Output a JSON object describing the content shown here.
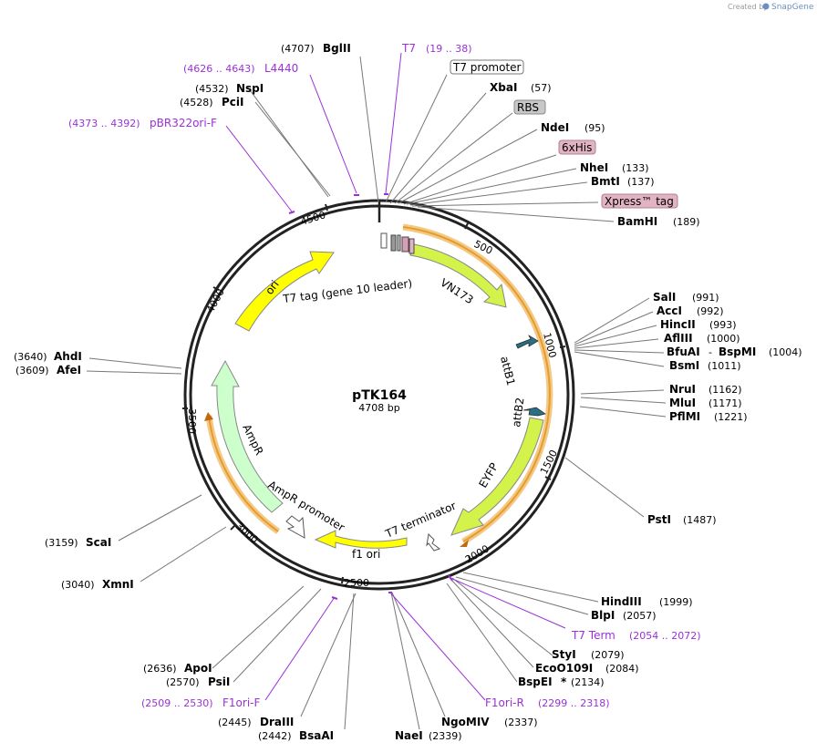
{
  "credit": {
    "created_by": "Created by",
    "brand": "SnapGene"
  },
  "plasmid": {
    "name": "pTK164",
    "length_label": "4708 bp",
    "length": 4708
  },
  "ticks": [
    {
      "bp": 500,
      "label": "500"
    },
    {
      "bp": 1000,
      "label": "1000"
    },
    {
      "bp": 1500,
      "label": "1500"
    },
    {
      "bp": 2000,
      "label": "2000"
    },
    {
      "bp": 2500,
      "label": "2500"
    },
    {
      "bp": 3000,
      "label": "3000"
    },
    {
      "bp": 3500,
      "label": "3500"
    },
    {
      "bp": 4000,
      "label": "4000"
    },
    {
      "bp": 4500,
      "label": "4500"
    }
  ],
  "enzymes": [
    {
      "name": "BglII",
      "pos": "(4707)"
    },
    {
      "name": "XbaI",
      "pos": "(57)"
    },
    {
      "name": "NdeI",
      "pos": "(95)"
    },
    {
      "name": "NheI",
      "pos": "(133)"
    },
    {
      "name": "BmtI",
      "pos": "(137)"
    },
    {
      "name": "BamHI",
      "pos": "(189)"
    },
    {
      "name": "NspI",
      "pos": "(4532)"
    },
    {
      "name": "PciI",
      "pos": "(4528)"
    },
    {
      "name": "SalI",
      "pos": "(991)"
    },
    {
      "name": "AccI",
      "pos": "(992)"
    },
    {
      "name": "HincII",
      "pos": "(993)"
    },
    {
      "name": "AflIII",
      "pos": "(1000)"
    },
    {
      "name": "BfuAI",
      "sep": "-",
      "name2": "BspMI",
      "pos": "(1004)"
    },
    {
      "name": "BsmI",
      "pos": "(1011)"
    },
    {
      "name": "NruI",
      "pos": "(1162)"
    },
    {
      "name": "MluI",
      "pos": "(1171)"
    },
    {
      "name": "PflMI",
      "pos": "(1221)"
    },
    {
      "name": "PstI",
      "pos": "(1487)"
    },
    {
      "name": "AhdI",
      "pos": "(3640)"
    },
    {
      "name": "AfeI",
      "pos": "(3609)"
    },
    {
      "name": "ScaI",
      "pos": "(3159)"
    },
    {
      "name": "XmnI",
      "pos": "(3040)"
    },
    {
      "name": "HindIII",
      "pos": "(1999)"
    },
    {
      "name": "BlpI",
      "pos": "(2057)"
    },
    {
      "name": "StyI",
      "pos": "(2079)"
    },
    {
      "name": "EcoO109I",
      "pos": "(2084)"
    },
    {
      "name": "BspEI",
      "star": "*",
      "pos": "(2134)"
    },
    {
      "name": "NgoMIV",
      "pos": "(2337)"
    },
    {
      "name": "NaeI",
      "pos": "(2339)"
    },
    {
      "name": "DraIII",
      "pos": "(2445)"
    },
    {
      "name": "BsaAI",
      "pos": "(2442)"
    },
    {
      "name": "ApoI",
      "pos": "(2636)"
    },
    {
      "name": "PsiI",
      "pos": "(2570)"
    }
  ],
  "primers": [
    {
      "name": "T7",
      "range": "(19 .. 38)"
    },
    {
      "name": "L4440",
      "range": "(4626 .. 4643)"
    },
    {
      "name": "pBR322ori-F",
      "range": "(4373 .. 4392)"
    },
    {
      "name": "T7 Term",
      "range": "(2054 .. 2072)"
    },
    {
      "name": "F1ori-R",
      "range": "(2299 .. 2318)"
    },
    {
      "name": "F1ori-F",
      "range": "(2509 .. 2530)"
    }
  ],
  "boxed_features": [
    {
      "label": "T7 promoter",
      "fill": "#ffffff",
      "stroke": "#777777"
    },
    {
      "label": "RBS",
      "fill": "#c8c8c8",
      "stroke": "#888888"
    },
    {
      "label": "6xHis",
      "fill": "#e2b3c3",
      "stroke": "#b08090"
    },
    {
      "label": "Xpress™ tag",
      "fill": "#e2b3c3",
      "stroke": "#b08090"
    }
  ],
  "features": [
    {
      "label": "T7 tag (gene 10 leader)"
    },
    {
      "label": "VN173",
      "color": "#d4f34a"
    },
    {
      "label": "attB1",
      "color": "#2a6f84"
    },
    {
      "label": "attB2",
      "color": "#2a6f84"
    },
    {
      "label": "EYFP",
      "color": "#d4f34a"
    },
    {
      "label": "T7 terminator",
      "color": "#ffffff"
    },
    {
      "label": "f1 ori",
      "color": "#ffff00"
    },
    {
      "label": "AmpR promoter",
      "color": "#ffffff"
    },
    {
      "label": "AmpR",
      "color": "#ccffcc"
    },
    {
      "label": "ori",
      "color": "#ffff00"
    }
  ],
  "colors": {
    "backbone": "#222222",
    "orf": "#e8a038",
    "primer": "#9b30d9",
    "line": "#777777"
  }
}
